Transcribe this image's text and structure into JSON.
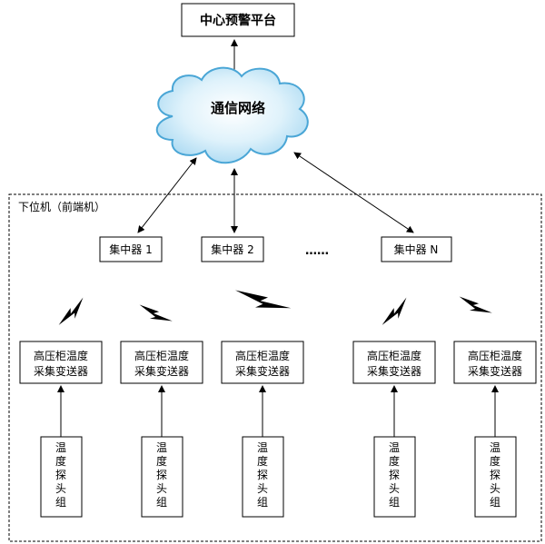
{
  "diagram": {
    "center_platform": "中心预警平台",
    "network": "通信网络",
    "lower_unit_label": "下位机（前端机）",
    "hubs": [
      "集中器 1",
      "集中器 2",
      "集中器 N"
    ],
    "ellipsis": "……",
    "transmitter_line1": "高压柜温度",
    "transmitter_line2": "采集变送器",
    "probe_chars": [
      "温",
      "度",
      "探",
      "头",
      "组"
    ]
  },
  "colors": {
    "cloud_fill": "#bfe4f7",
    "cloud_stroke": "#4aa6d6",
    "box_stroke": "#000000",
    "border_dashed": "#000000"
  }
}
